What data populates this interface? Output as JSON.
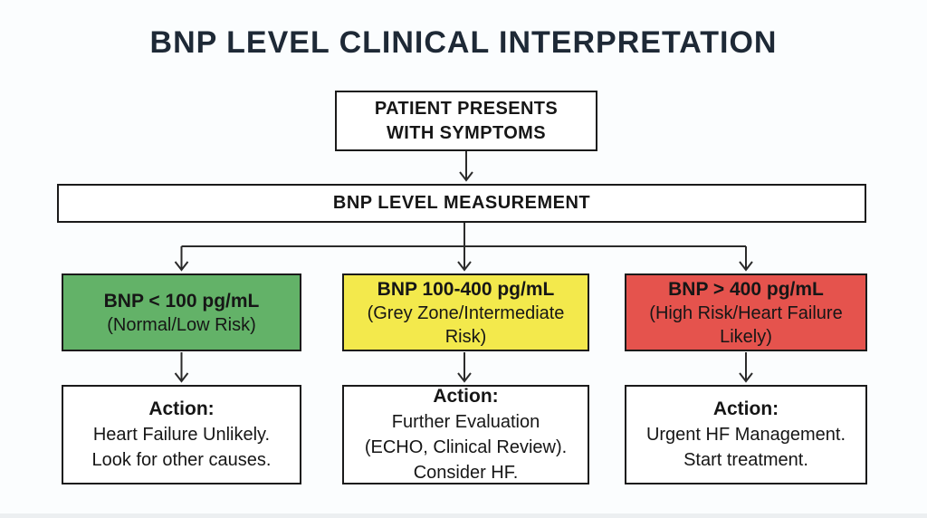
{
  "title": "BNP LEVEL CLINICAL INTERPRETATION",
  "flow": {
    "start_box": "PATIENT PRESENTS WITH SYMPTOMS",
    "measurement_box": "BNP LEVEL MEASUREMENT",
    "branches": [
      {
        "range": "BNP < 100 pg/mL",
        "risk": "(Normal/Low Risk)",
        "color": "#63B268",
        "action_label": "Action:",
        "action_lines": [
          "Heart Failure Unlikely.",
          "Look for other causes."
        ]
      },
      {
        "range": "BNP 100-400 pg/mL",
        "risk": "(Grey Zone/Intermediate Risk)",
        "color": "#F3E94C",
        "action_label": "Action:",
        "action_lines": [
          "Further Evaluation",
          "(ECHO, Clinical Review).",
          "Consider HF."
        ]
      },
      {
        "range": "BNP > 400 pg/mL",
        "risk": "(High Risk/Heart Failure Likely)",
        "color": "#E5534D",
        "action_label": "Action:",
        "action_lines": [
          "Urgent HF Management.",
          "Start treatment."
        ]
      }
    ]
  },
  "colors": {
    "background": "#FBFDFE",
    "box_border": "#1A1A1A",
    "text": "#161616",
    "title_text": "#1E2936",
    "connector": "#2B2B2B"
  }
}
